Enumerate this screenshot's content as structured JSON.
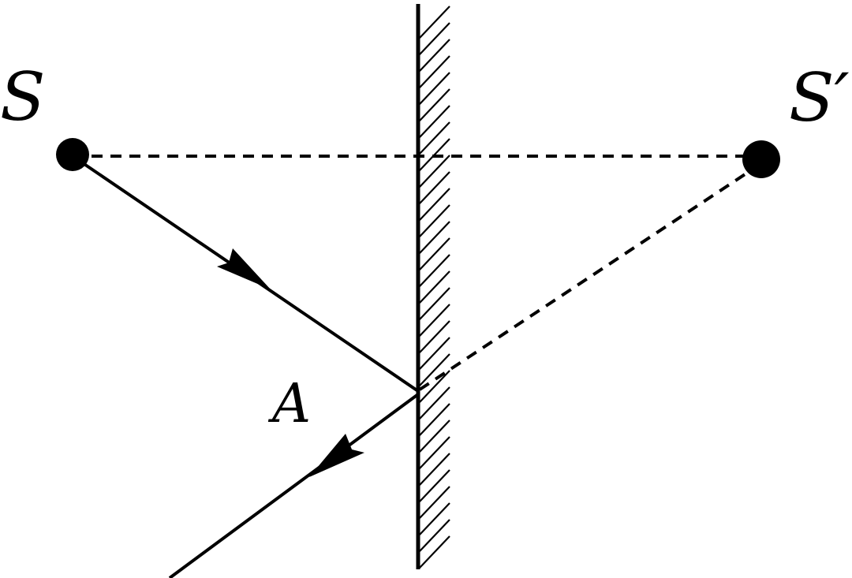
{
  "labels": {
    "source": "S",
    "image": "S′",
    "incidence_point": "A"
  }
}
